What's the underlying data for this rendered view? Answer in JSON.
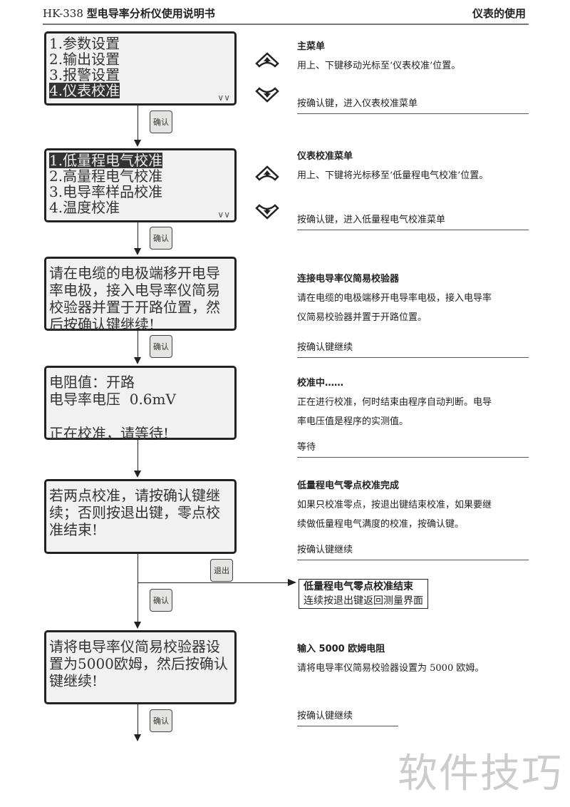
{
  "header": {
    "model": "HK-338",
    "title": "型电导率分析仪使用说明书",
    "section": "仪表的使用"
  },
  "screens": [
    {
      "lines": [
        "1.参数设置",
        "2.输出设置",
        "3.报警设置",
        "4.仪表校准"
      ],
      "selected": 3,
      "scroll": true
    },
    {
      "lines": [
        "1.低量程电气校准",
        "2.高量程电气校准",
        "3.电导率样品校准",
        "4.温度校准"
      ],
      "selected": 0,
      "scroll": true
    },
    {
      "lines": [
        "请在电缆的电极端移开电导",
        "率电极，接入电导率仪简易",
        "校验器并置于开路位置，然",
        "后按确认键继续!"
      ]
    },
    {
      "lines": [
        "电阻值：开路",
        "电导率电压  0.6mV",
        "",
        "正在校准，请等待!"
      ]
    },
    {
      "lines": [
        "若两点校准，请按确认键继",
        "续；否则按退出键，零点校",
        "准结束!"
      ]
    },
    {
      "lines": [
        "请将电导率仪简易校验器设",
        "置为5000欧姆，然后按确认",
        "键继续!"
      ]
    }
  ],
  "keys": {
    "confirm": "确认",
    "exit": "退出"
  },
  "scroll_glyph": "∨∨",
  "descriptions": [
    {
      "title": "主菜单",
      "body": [
        "用上、下键移动光标至‘仪表校准’位置。"
      ],
      "footer": "按确认键，进入仪表校准菜单"
    },
    {
      "title": "仪表校准菜单",
      "body": [
        "用上、下键将光标移至‘低量程电气校准’位置。"
      ],
      "footer": "按确认键，进入低量程电气校准菜单"
    },
    {
      "title": "连接电导率仪简易校验器",
      "body": [
        "请在电缆的电极端移开电导率电极，接入电导率",
        "仪简易校验器并置于开路位置。"
      ],
      "footer": "按确认键继续"
    },
    {
      "title": "校准中……",
      "body": [
        "正在进行校准，何时结束由程序自动判断。电导",
        "率电压值是程序的实测值。"
      ],
      "footer": "等待"
    },
    {
      "title": "低量程电气零点校准完成",
      "body": [
        "如果只校准零点，按退出键结束校准，如果要继",
        "续做低量程电气满度的校准，按确认键。"
      ],
      "footer": "按确认键继续"
    },
    {
      "title": "输入 5000 欧姆电阻",
      "body": [
        "请将电导率仪简易校验器设置为 5000 欧姆。"
      ],
      "footer": "按确认键继续"
    }
  ],
  "exit_box": {
    "title": "低量程电气零点校准结束",
    "body": "连续按退出键返回测量界面"
  },
  "watermark": "软件技巧"
}
